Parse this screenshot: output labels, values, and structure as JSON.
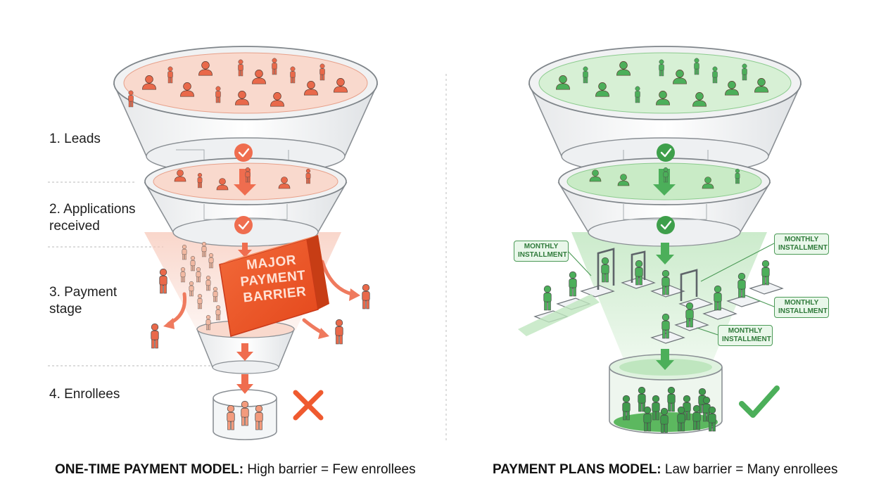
{
  "stages": [
    "1. Leads",
    "2. Applications received",
    "3. Payment stage",
    "4. Enrollees"
  ],
  "left_model": {
    "caption_bold": "ONE-TIME PAYMENT MODEL:",
    "caption_rest": " High barrier = Few enrollees",
    "barrier_text": "MAJOR PAYMENT BARRIER",
    "accent": "#e9694a",
    "fill": "#f9d7cc"
  },
  "right_model": {
    "caption_bold": "PAYMENT PLANS MODEL:",
    "caption_rest": " Law barrier = Many enrollees",
    "installment_label": "MONTHLY INSTALLMENT",
    "accent": "#4caf5a",
    "fill": "#cfeccf"
  },
  "icons": {
    "left_result": "cross-mark-icon",
    "right_result": "check-mark-icon",
    "stage_check": "check-circle-icon",
    "person": "person-icon"
  }
}
